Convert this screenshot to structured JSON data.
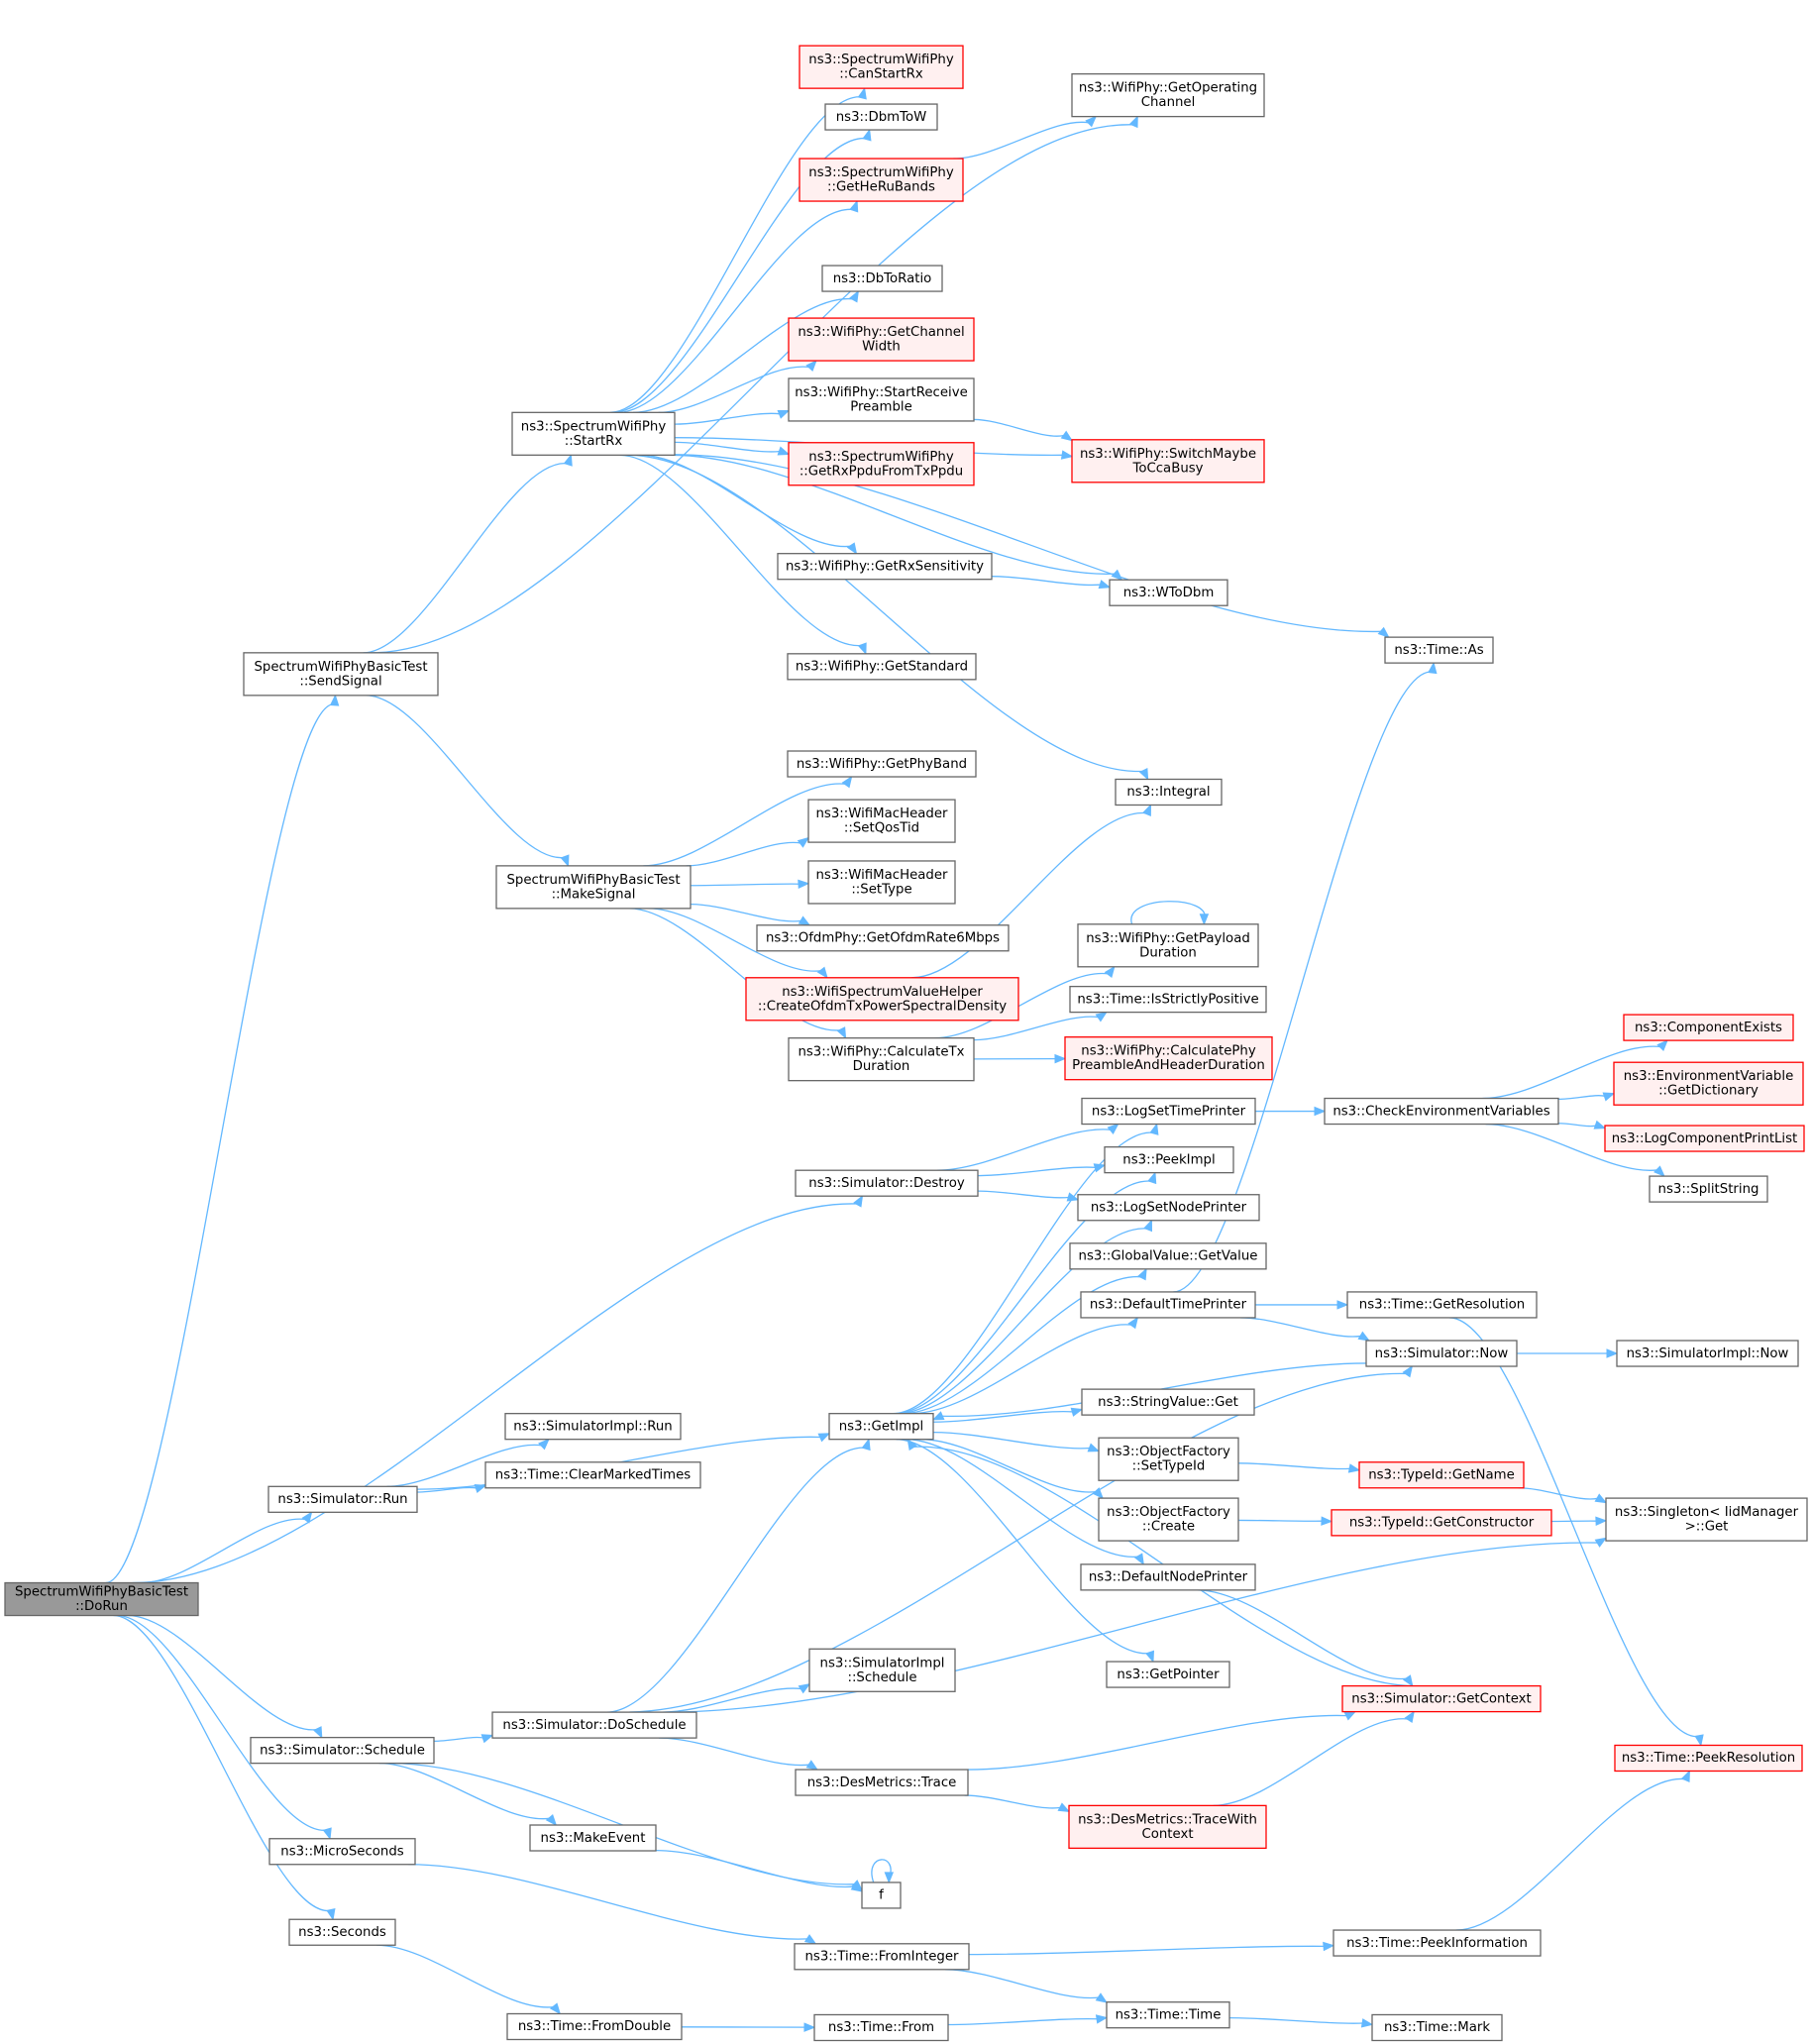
{
  "colors": {
    "edge": "#63b8ff",
    "node_border": "#666666",
    "root_fill": "#999999",
    "red_border": "#ff0000",
    "red_fill": "#fff0f0"
  },
  "nodes": [
    {
      "id": "dorun",
      "lines": [
        "SpectrumWifiPhyBasicTest",
        "::DoRun"
      ],
      "style": "root"
    },
    {
      "id": "sendsignal",
      "lines": [
        "SpectrumWifiPhyBasicTest",
        "::SendSignal"
      ],
      "style": "normal"
    },
    {
      "id": "startrx",
      "lines": [
        "ns3::SpectrumWifiPhy",
        "::StartRx"
      ],
      "style": "normal"
    },
    {
      "id": "canstartrx",
      "lines": [
        "ns3::SpectrumWifiPhy",
        "::CanStartRx"
      ],
      "style": "red"
    },
    {
      "id": "dbmtow",
      "lines": [
        "ns3::DbmToW"
      ],
      "style": "normal"
    },
    {
      "id": "getherubands",
      "lines": [
        "ns3::SpectrumWifiPhy",
        "::GetHeRuBands"
      ],
      "style": "red"
    },
    {
      "id": "getopchannel",
      "lines": [
        "ns3::WifiPhy::GetOperating",
        "Channel"
      ],
      "style": "normal"
    },
    {
      "id": "dbtoratio",
      "lines": [
        "ns3::DbToRatio"
      ],
      "style": "normal"
    },
    {
      "id": "getchwidth",
      "lines": [
        "ns3::WifiPhy::GetChannel",
        "Width"
      ],
      "style": "red"
    },
    {
      "id": "startrecvpre",
      "lines": [
        "ns3::WifiPhy::StartReceive",
        "Preamble"
      ],
      "style": "normal"
    },
    {
      "id": "getrxppdu",
      "lines": [
        "ns3::SpectrumWifiPhy",
        "::GetRxPpduFromTxPpdu"
      ],
      "style": "red"
    },
    {
      "id": "switchcca",
      "lines": [
        "ns3::WifiPhy::SwitchMaybe",
        "ToCcaBusy"
      ],
      "style": "red"
    },
    {
      "id": "getrxsens",
      "lines": [
        "ns3::WifiPhy::GetRxSensitivity"
      ],
      "style": "normal"
    },
    {
      "id": "wtodbm",
      "lines": [
        "ns3::WToDbm"
      ],
      "style": "normal"
    },
    {
      "id": "getstandard",
      "lines": [
        "ns3::WifiPhy::GetStandard"
      ],
      "style": "normal"
    },
    {
      "id": "timeas",
      "lines": [
        "ns3::Time::As"
      ],
      "style": "normal"
    },
    {
      "id": "makesignal",
      "lines": [
        "SpectrumWifiPhyBasicTest",
        "::MakeSignal"
      ],
      "style": "normal"
    },
    {
      "id": "getphyband",
      "lines": [
        "ns3::WifiPhy::GetPhyBand"
      ],
      "style": "normal"
    },
    {
      "id": "integral",
      "lines": [
        "ns3::Integral"
      ],
      "style": "normal"
    },
    {
      "id": "setqostid",
      "lines": [
        "ns3::WifiMacHeader",
        "::SetQosTid"
      ],
      "style": "normal"
    },
    {
      "id": "settype",
      "lines": [
        "ns3::WifiMacHeader",
        "::SetType"
      ],
      "style": "normal"
    },
    {
      "id": "getofdmrate",
      "lines": [
        "ns3::OfdmPhy::GetOfdmRate6Mbps"
      ],
      "style": "normal"
    },
    {
      "id": "createpsd",
      "lines": [
        "ns3::WifiSpectrumValueHelper",
        "::CreateOfdmTxPowerSpectralDensity"
      ],
      "style": "red"
    },
    {
      "id": "calctxdur",
      "lines": [
        "ns3::WifiPhy::CalculateTx",
        "Duration"
      ],
      "style": "normal"
    },
    {
      "id": "getpayloaddur",
      "lines": [
        "ns3::WifiPhy::GetPayload",
        "Duration"
      ],
      "style": "normal"
    },
    {
      "id": "isstrictpos",
      "lines": [
        "ns3::Time::IsStrictlyPositive"
      ],
      "style": "normal"
    },
    {
      "id": "calcphypre",
      "lines": [
        "ns3::WifiPhy::CalculatePhy",
        "PreambleAndHeaderDuration"
      ],
      "style": "red"
    },
    {
      "id": "compexists",
      "lines": [
        "ns3::ComponentExists"
      ],
      "style": "red"
    },
    {
      "id": "envgetdict",
      "lines": [
        "ns3::EnvironmentVariable",
        "::GetDictionary"
      ],
      "style": "red"
    },
    {
      "id": "checkenv",
      "lines": [
        "ns3::CheckEnvironmentVariables"
      ],
      "style": "normal"
    },
    {
      "id": "logcompprint",
      "lines": [
        "ns3::LogComponentPrintList"
      ],
      "style": "red"
    },
    {
      "id": "logsettime",
      "lines": [
        "ns3::LogSetTimePrinter"
      ],
      "style": "normal"
    },
    {
      "id": "simdestroy",
      "lines": [
        "ns3::Simulator::Destroy"
      ],
      "style": "normal"
    },
    {
      "id": "peekimpl",
      "lines": [
        "ns3::PeekImpl"
      ],
      "style": "normal"
    },
    {
      "id": "splitstring",
      "lines": [
        "ns3::SplitString"
      ],
      "style": "normal"
    },
    {
      "id": "logsetnode",
      "lines": [
        "ns3::LogSetNodePrinter"
      ],
      "style": "normal"
    },
    {
      "id": "gvgetvalue",
      "lines": [
        "ns3::GlobalValue::GetValue"
      ],
      "style": "normal"
    },
    {
      "id": "deftimeprinter",
      "lines": [
        "ns3::DefaultTimePrinter"
      ],
      "style": "normal"
    },
    {
      "id": "timegetres",
      "lines": [
        "ns3::Time::GetResolution"
      ],
      "style": "normal"
    },
    {
      "id": "simnow",
      "lines": [
        "ns3::Simulator::Now"
      ],
      "style": "normal"
    },
    {
      "id": "simimplnow",
      "lines": [
        "ns3::SimulatorImpl::Now"
      ],
      "style": "normal"
    },
    {
      "id": "simimplrun",
      "lines": [
        "ns3::SimulatorImpl::Run"
      ],
      "style": "normal"
    },
    {
      "id": "clearmarked",
      "lines": [
        "ns3::Time::ClearMarkedTimes"
      ],
      "style": "normal"
    },
    {
      "id": "simrun",
      "lines": [
        "ns3::Simulator::Run"
      ],
      "style": "normal"
    },
    {
      "id": "getimpl",
      "lines": [
        "ns3::GetImpl"
      ],
      "style": "normal"
    },
    {
      "id": "strvalget",
      "lines": [
        "ns3::StringValue::Get"
      ],
      "style": "normal"
    },
    {
      "id": "ofsettypeid",
      "lines": [
        "ns3::ObjectFactory",
        "::SetTypeId"
      ],
      "style": "normal"
    },
    {
      "id": "typeidgetname",
      "lines": [
        "ns3::TypeId::GetName"
      ],
      "style": "red"
    },
    {
      "id": "ofcreate",
      "lines": [
        "ns3::ObjectFactory",
        "::Create"
      ],
      "style": "normal"
    },
    {
      "id": "typeidgetctor",
      "lines": [
        "ns3::TypeId::GetConstructor"
      ],
      "style": "red"
    },
    {
      "id": "singletonget",
      "lines": [
        "ns3::Singleton< IidManager",
        " >::Get"
      ],
      "style": "normal"
    },
    {
      "id": "defnodeprinter",
      "lines": [
        "ns3::DefaultNodePrinter"
      ],
      "style": "normal"
    },
    {
      "id": "getpointer",
      "lines": [
        "ns3::GetPointer"
      ],
      "style": "normal"
    },
    {
      "id": "simimplsched",
      "lines": [
        "ns3::SimulatorImpl",
        "::Schedule"
      ],
      "style": "normal"
    },
    {
      "id": "simdosched",
      "lines": [
        "ns3::Simulator::DoSchedule"
      ],
      "style": "normal"
    },
    {
      "id": "simgetctx",
      "lines": [
        "ns3::Simulator::GetContext"
      ],
      "style": "red"
    },
    {
      "id": "simschedule",
      "lines": [
        "ns3::Simulator::Schedule"
      ],
      "style": "normal"
    },
    {
      "id": "desmtrace",
      "lines": [
        "ns3::DesMetrics::Trace"
      ],
      "style": "normal"
    },
    {
      "id": "peekres",
      "lines": [
        "ns3::Time::PeekResolution"
      ],
      "style": "red"
    },
    {
      "id": "makeevent",
      "lines": [
        "ns3::MakeEvent"
      ],
      "style": "normal"
    },
    {
      "id": "tracewithctx",
      "lines": [
        "ns3::DesMetrics::TraceWith",
        "Context"
      ],
      "style": "red"
    },
    {
      "id": "microseconds",
      "lines": [
        "ns3::MicroSeconds"
      ],
      "style": "normal"
    },
    {
      "id": "f",
      "lines": [
        "f"
      ],
      "style": "normal"
    },
    {
      "id": "seconds",
      "lines": [
        "ns3::Seconds"
      ],
      "style": "normal"
    },
    {
      "id": "fromint",
      "lines": [
        "ns3::Time::FromInteger"
      ],
      "style": "normal"
    },
    {
      "id": "peekinfo",
      "lines": [
        "ns3::Time::PeekInformation"
      ],
      "style": "normal"
    },
    {
      "id": "fromdouble",
      "lines": [
        "ns3::Time::FromDouble"
      ],
      "style": "normal"
    },
    {
      "id": "timefrom",
      "lines": [
        "ns3::Time::From"
      ],
      "style": "normal"
    },
    {
      "id": "timetime",
      "lines": [
        "ns3::Time::Time"
      ],
      "style": "normal"
    },
    {
      "id": "timemark",
      "lines": [
        "ns3::Time::Mark"
      ],
      "style": "normal"
    }
  ],
  "edges": [
    [
      "dorun",
      "sendsignal"
    ],
    [
      "dorun",
      "simdestroy"
    ],
    [
      "dorun",
      "simrun"
    ],
    [
      "dorun",
      "simschedule"
    ],
    [
      "dorun",
      "microseconds"
    ],
    [
      "dorun",
      "seconds"
    ],
    [
      "sendsignal",
      "startrx"
    ],
    [
      "sendsignal",
      "getopchannel"
    ],
    [
      "sendsignal",
      "makesignal"
    ],
    [
      "startrx",
      "canstartrx"
    ],
    [
      "startrx",
      "dbmtow"
    ],
    [
      "startrx",
      "getherubands"
    ],
    [
      "startrx",
      "timeas"
    ],
    [
      "startrx",
      "dbtoratio"
    ],
    [
      "startrx",
      "getchwidth"
    ],
    [
      "startrx",
      "startrecvpre"
    ],
    [
      "startrx",
      "getrxppdu"
    ],
    [
      "startrx",
      "switchcca"
    ],
    [
      "startrx",
      "getrxsens"
    ],
    [
      "startrx",
      "wtodbm"
    ],
    [
      "startrx",
      "getstandard"
    ],
    [
      "startrx",
      "integral"
    ],
    [
      "getherubands",
      "getopchannel"
    ],
    [
      "startrecvpre",
      "switchcca"
    ],
    [
      "getrxsens",
      "wtodbm"
    ],
    [
      "makesignal",
      "getphyband"
    ],
    [
      "makesignal",
      "setqostid"
    ],
    [
      "makesignal",
      "settype"
    ],
    [
      "makesignal",
      "getofdmrate"
    ],
    [
      "makesignal",
      "createpsd"
    ],
    [
      "makesignal",
      "calctxdur"
    ],
    [
      "createpsd",
      "integral"
    ],
    [
      "calctxdur",
      "getpayloaddur"
    ],
    [
      "calctxdur",
      "isstrictpos"
    ],
    [
      "calctxdur",
      "calcphypre"
    ],
    [
      "getpayloaddur",
      "getpayloaddur"
    ],
    [
      "checkenv",
      "compexists"
    ],
    [
      "checkenv",
      "envgetdict"
    ],
    [
      "checkenv",
      "logcompprint"
    ],
    [
      "checkenv",
      "splitstring"
    ],
    [
      "logsettime",
      "checkenv"
    ],
    [
      "simdestroy",
      "logsettime"
    ],
    [
      "simdestroy",
      "peekimpl"
    ],
    [
      "simdestroy",
      "logsetnode"
    ],
    [
      "getimpl",
      "logsettime"
    ],
    [
      "getimpl",
      "peekimpl"
    ],
    [
      "getimpl",
      "logsetnode"
    ],
    [
      "getimpl",
      "gvgetvalue"
    ],
    [
      "getimpl",
      "deftimeprinter"
    ],
    [
      "getimpl",
      "strvalget"
    ],
    [
      "getimpl",
      "ofsettypeid"
    ],
    [
      "getimpl",
      "ofcreate"
    ],
    [
      "getimpl",
      "defnodeprinter"
    ],
    [
      "getimpl",
      "getpointer"
    ],
    [
      "deftimeprinter",
      "timeas"
    ],
    [
      "deftimeprinter",
      "timegetres"
    ],
    [
      "deftimeprinter",
      "simnow"
    ],
    [
      "timegetres",
      "peekres"
    ],
    [
      "simnow",
      "getimpl"
    ],
    [
      "simnow",
      "simimplnow"
    ],
    [
      "ofsettypeid",
      "typeidgetname"
    ],
    [
      "typeidgetname",
      "singletonget"
    ],
    [
      "ofcreate",
      "typeidgetctor"
    ],
    [
      "typeidgetctor",
      "singletonget"
    ],
    [
      "defnodeprinter",
      "simgetctx"
    ],
    [
      "simgetctx",
      "getimpl"
    ],
    [
      "simrun",
      "simimplrun"
    ],
    [
      "simrun",
      "clearmarked"
    ],
    [
      "simrun",
      "getimpl"
    ],
    [
      "simschedule",
      "simdosched"
    ],
    [
      "simschedule",
      "makeevent"
    ],
    [
      "simschedule",
      "f"
    ],
    [
      "simdosched",
      "getimpl"
    ],
    [
      "simdosched",
      "simimplsched"
    ],
    [
      "simdosched",
      "simnow"
    ],
    [
      "simdosched",
      "desmtrace"
    ],
    [
      "simdosched",
      "singletonget"
    ],
    [
      "desmtrace",
      "simgetctx"
    ],
    [
      "desmtrace",
      "tracewithctx"
    ],
    [
      "tracewithctx",
      "simgetctx"
    ],
    [
      "makeevent",
      "f"
    ],
    [
      "f",
      "f"
    ],
    [
      "microseconds",
      "fromint"
    ],
    [
      "seconds",
      "fromdouble"
    ],
    [
      "fromint",
      "peekinfo"
    ],
    [
      "fromint",
      "timetime"
    ],
    [
      "peekinfo",
      "peekres"
    ],
    [
      "fromdouble",
      "timefrom"
    ],
    [
      "timefrom",
      "timetime"
    ],
    [
      "timetime",
      "timemark"
    ]
  ]
}
